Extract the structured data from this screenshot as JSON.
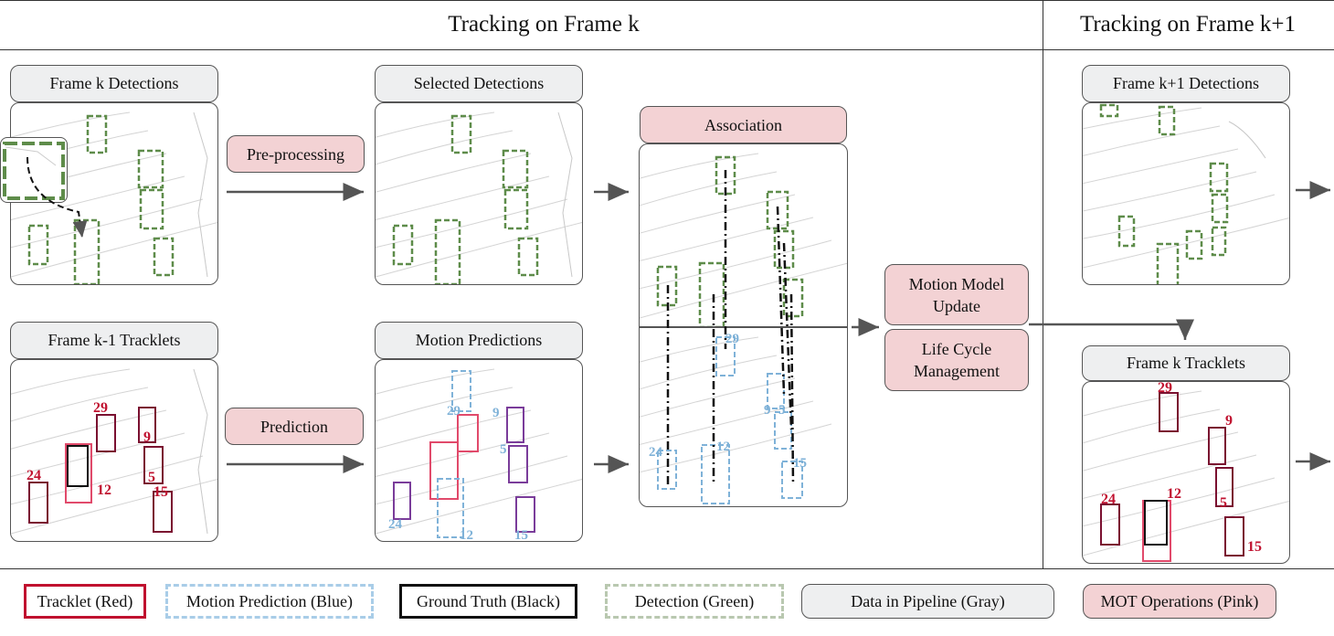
{
  "headers": {
    "frame_k": "Tracking on Frame k",
    "frame_k1": "Tracking on Frame k+1"
  },
  "panels": {
    "frame_k_detections": "Frame k Detections",
    "frame_k1_tracklets": "Frame k-1 Tracklets",
    "selected_detections": "Selected Detections",
    "motion_predictions": "Motion Predictions",
    "frame_k1_detections": "Frame k+1 Detections",
    "frame_k_tracklets": "Frame k Tracklets"
  },
  "operations": {
    "preprocessing": "Pre-processing",
    "prediction": "Prediction",
    "association": "Association",
    "motion_model_update_line1": "Motion Model",
    "motion_model_update_line2": "Update",
    "life_cycle_line1": "Life Cycle",
    "life_cycle_line2": "Management"
  },
  "track_ids": {
    "t29": "29",
    "t9": "9",
    "t24": "24",
    "t12": "12",
    "t5": "5",
    "t15": "15"
  },
  "legend": {
    "tracklet": "Tracklet (Red)",
    "motion_prediction": "Motion Prediction (Blue)",
    "ground_truth": "Ground Truth (Black)",
    "detection": "Detection (Green)",
    "data_pipeline": "Data in Pipeline (Gray)",
    "mot_operations": "MOT Operations (Pink)"
  },
  "colors": {
    "tracklet": "#c0112f",
    "prediction": "#7fb2d8",
    "ground_truth": "#111111",
    "detection": "#5e8c4a",
    "gray_fill": "#eeeff0",
    "pink_fill": "#f3d2d4"
  }
}
